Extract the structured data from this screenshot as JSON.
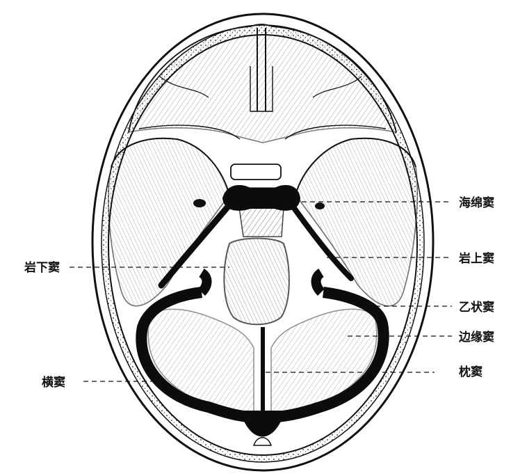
{
  "labels": {
    "cavernous": "海绵窦",
    "superior_petrosal": "岩上窦",
    "sigmoid": "乙状窦",
    "marginal": "边缘窦",
    "occipital": "枕窦",
    "inferior_petrosal": "岩下窦",
    "transverse": "横窦"
  },
  "colors": {
    "ink": "#111111",
    "paper": "#ffffff",
    "sinus": "#0c0c0c"
  }
}
